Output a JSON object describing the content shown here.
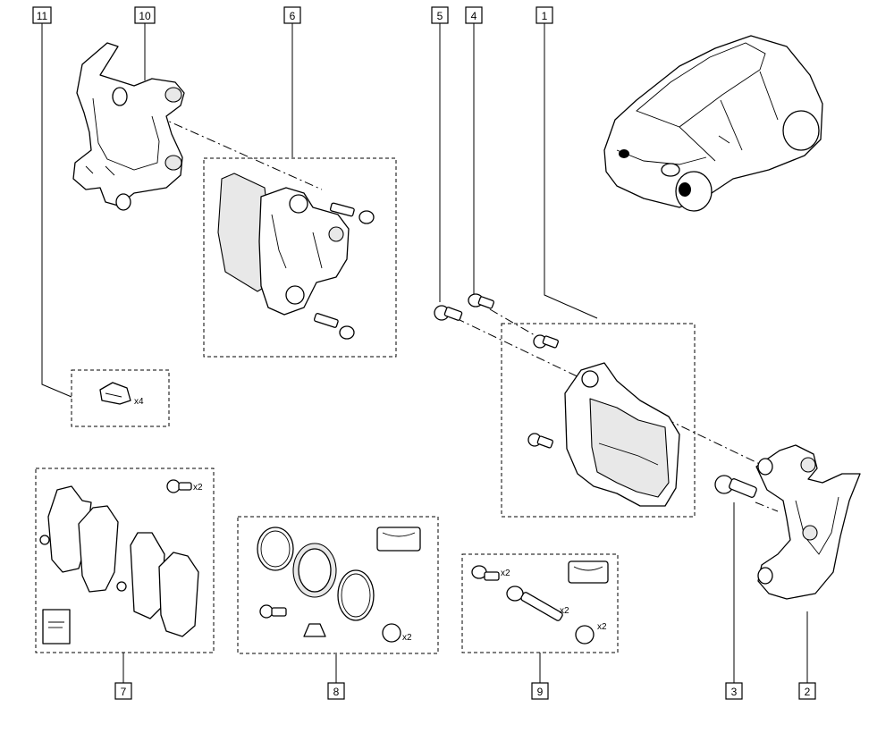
{
  "diagram": {
    "references": {
      "ref_11": "11",
      "ref_10": "10",
      "ref_6": "6",
      "ref_5": "5",
      "ref_4": "4",
      "ref_1": "1",
      "ref_7": "7",
      "ref_8": "8",
      "ref_9": "9",
      "ref_3": "3",
      "ref_2": "2"
    },
    "quantities": {
      "clip_qty": "x4",
      "pad_bolt_qty": "x2",
      "seal_kit_boot_qty": "x2",
      "guide_bolt_qty_a": "x2",
      "guide_pin_qty": "x2",
      "guide_boot_qty": "x2"
    }
  }
}
